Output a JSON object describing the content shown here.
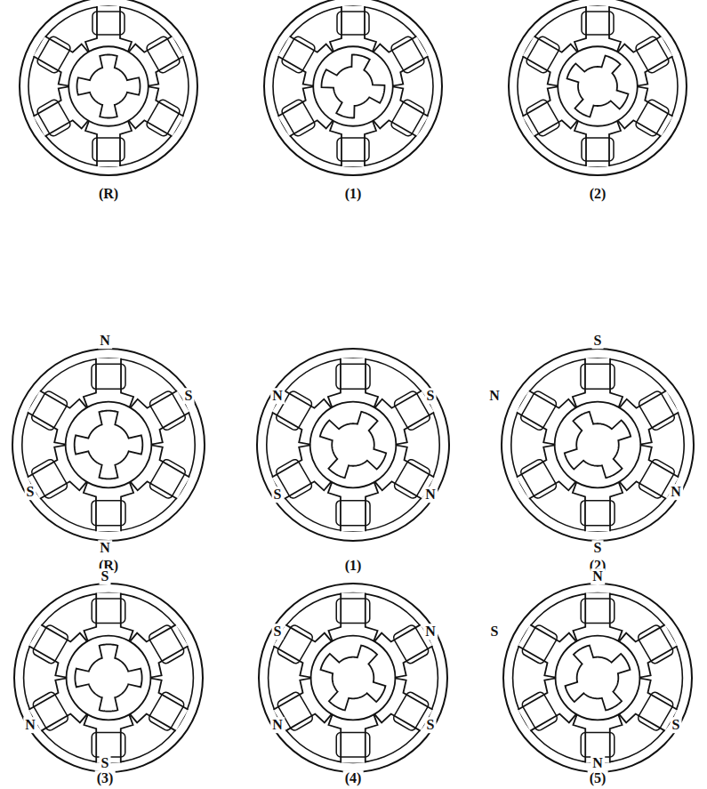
{
  "diagram": {
    "labels": [
      "(R)",
      "(1)",
      "(2)",
      "N",
      "S",
      "S",
      "N",
      "(R)",
      "N",
      "S",
      "S",
      "N",
      "(1)",
      "S",
      "N",
      "N",
      "S",
      "(2)",
      "S",
      "N",
      "S",
      "(3)",
      "S",
      "N",
      "N",
      "S",
      "(4)",
      "N",
      "S",
      "S",
      "N",
      "(5)"
    ]
  }
}
